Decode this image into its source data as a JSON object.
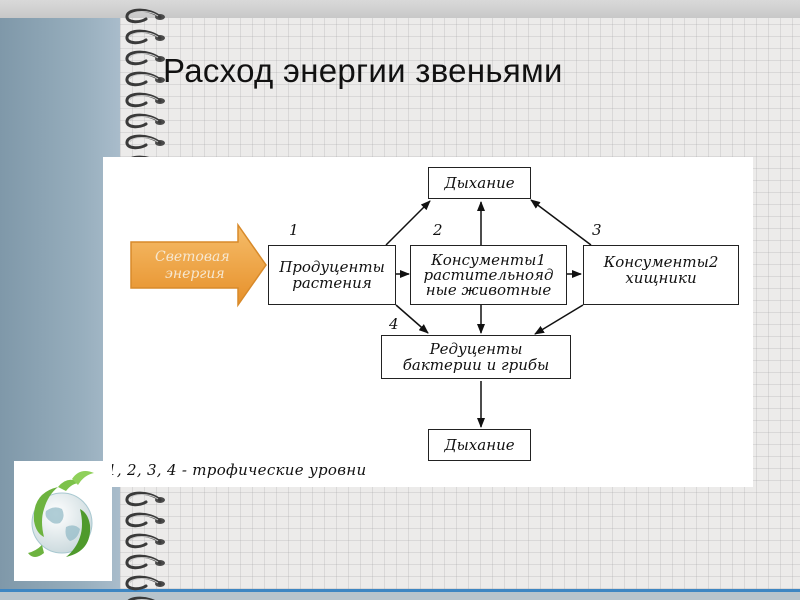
{
  "slide": {
    "title": "Расход энергии звеньями"
  },
  "diagram": {
    "light_energy": [
      "Световая",
      "энергия"
    ],
    "nodes": {
      "breathing_top": "Дыхание",
      "producers": [
        "Продуценты",
        "растения"
      ],
      "consumers1": [
        "Консументы1",
        "растительнояд",
        "ные животные"
      ],
      "consumers2": [
        "Консументы2",
        "хищники"
      ],
      "reducers": [
        "Редуценты",
        "бактерии и грибы"
      ],
      "breathing_bottom": "Дыхание"
    },
    "level_numbers": [
      "1",
      "2",
      "3",
      "4"
    ],
    "legend": "1, 2, 3, 4 - трофические уровни"
  },
  "colors": {
    "arrow_fill": "#f0a548",
    "logo_green": "#6db33f"
  },
  "icons": [
    "eco-globe-logo"
  ]
}
